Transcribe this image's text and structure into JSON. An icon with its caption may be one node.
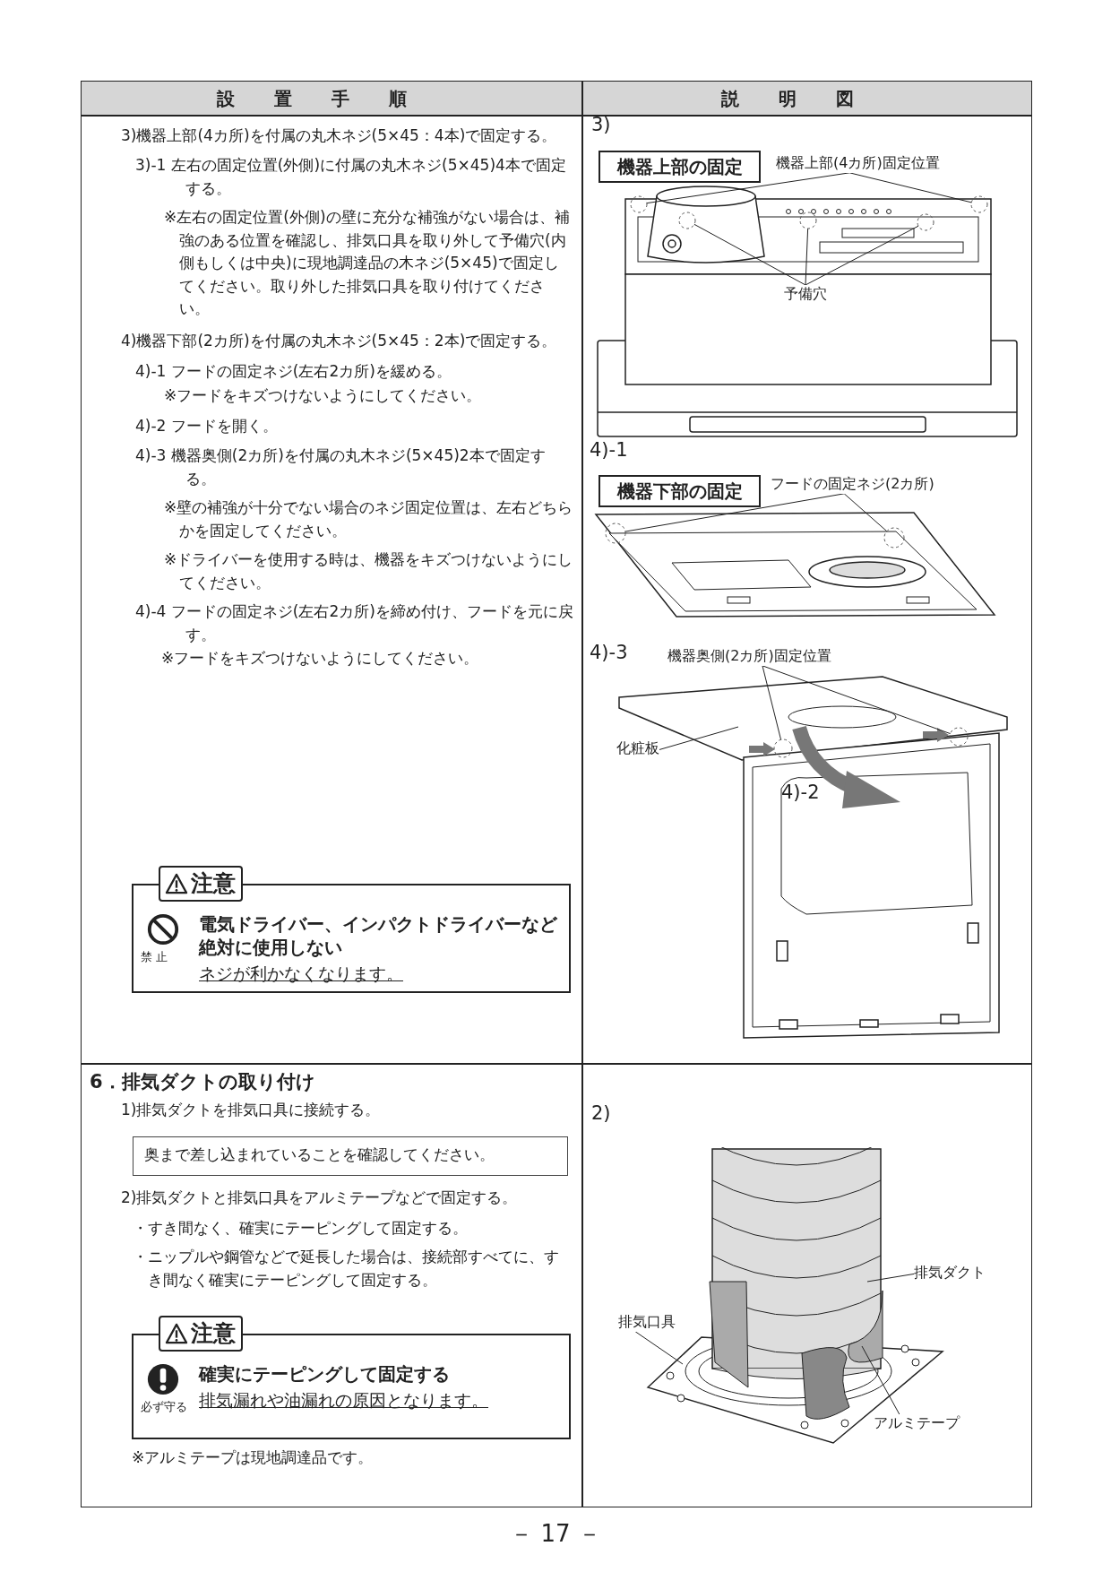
{
  "diagram": {
    "nodes": [
      {
        "text": [
          "機器上部の固定"
        ]
      },
      {
        "text": [
          "機器上部(4カ所)固定位置"
        ]
      },
      {
        "text": [
          "予備穴"
        ]
      },
      {
        "text": [
          "機器下部の固定"
        ]
      },
      {
        "text": [
          "フードの固定ネジ(2カ所)"
        ]
      },
      {
        "text": [
          "機器奥側(2カ所)固定位置"
        ]
      },
      {
        "text": [
          "化粧板"
        ]
      },
      {
        "text": [
          "注意",
          "禁 止",
          "電気ドライバー、インパクトドライバーなど絶対に使用しない",
          "ネジが利かなくなります。"
        ]
      },
      {
        "text": [
          "奥まで差し込まれていることを確認してください。"
        ]
      },
      {
        "text": [
          "注意",
          "必ず守る",
          "確実にテーピングして固定する",
          "排気漏れや油漏れの原因となります。"
        ]
      },
      {
        "text": [
          "排気ダクト"
        ]
      },
      {
        "text": [
          "排気口具"
        ]
      },
      {
        "text": [
          "アルミテープ"
        ]
      },
      {
        "text": [],
        "shape": "circle"
      },
      {
        "text": [],
        "shape": "circle"
      },
      {
        "text": [],
        "shape": "circle"
      },
      {
        "text": [],
        "shape": "circle"
      },
      {
        "text": [],
        "shape": "circle"
      },
      {
        "text": [],
        "shape": "circle"
      },
      {
        "text": [],
        "shape": "circle"
      },
      {
        "text": [],
        "shape": "circle"
      },
      {
        "text": [],
        "shape": "circle"
      }
    ],
    "edges": [
      {
        "from": 1,
        "to": 13,
        "arrow": "none"
      },
      {
        "from": 1,
        "to": 14,
        "arrow": "none"
      },
      {
        "from": 2,
        "to": 15,
        "arrow": "none"
      },
      {
        "from": 2,
        "to": 16,
        "arrow": "none"
      },
      {
        "from": 2,
        "to": 17,
        "arrow": "none"
      },
      {
        "from": 4,
        "to": 18,
        "arrow": "none"
      },
      {
        "from": 4,
        "to": 19,
        "arrow": "none"
      },
      {
        "from": 5,
        "to": 20,
        "arrow": "none"
      },
      {
        "from": 5,
        "to": 21,
        "arrow": "none"
      },
      {
        "from": 6,
        "to": null,
        "arrow": "none"
      },
      {
        "from": 10,
        "to": null,
        "arrow": "none"
      },
      {
        "from": 11,
        "to": null,
        "arrow": "none"
      },
      {
        "from": 12,
        "to": null,
        "arrow": "none"
      }
    ],
    "labels": [
      "設置手順",
      "説明図",
      "3)機器上部(4カ所)を付属の丸木ネジ(5×45：4本)で固定する。",
      "3)-1 左右の固定位置(外側)に付属の丸木ネジ(5×45)4本で固定する。",
      "※左右の固定位置(外側)の壁に充分な補強がない場合は、補強のある位置を確認し、排気口具を取り外して予備穴(内側もしくは中央)に現地調達品の木ネジ(5×45)で固定してください。取り外した排気口具を取り付けてください。",
      "4)機器下部(2カ所)を付属の丸木ネジ(5×45：2本)で固定する。",
      "4)-1 フードの固定ネジ(左右2カ所)を緩める。",
      "※フードをキズつけないようにしてください。",
      "4)-2 フードを開く。",
      "4)-3 機器奥側(2カ所)を付属の丸木ネジ(5×45)2本で固定する。",
      "※壁の補強が十分でない場合のネジ固定位置は、左右どちらかを固定してください。",
      "※ドライバーを使用する時は、機器をキズつけないようにしてください。",
      "4)-4 フードの固定ネジ(左右2カ所)を締め付け、フードを元に戻す。",
      "※フードをキズつけないようにしてください。",
      "3)",
      "4)-1",
      "4)-3",
      "4)-2",
      "6．排気ダクトの取り付け",
      "1)排気ダクトを排気口具に接続する。",
      "2)排気ダクトと排気口具をアルミテープなどで固定する。",
      "・すき間なく、確実にテーピングして固定する。",
      "・ニップルや鋼管などで延長した場合は、接続部すべてに、すき間なく確実にテーピングして固定する。",
      "※アルミテープは現地調達品です。",
      "2)",
      "－ 17 －"
    ]
  }
}
